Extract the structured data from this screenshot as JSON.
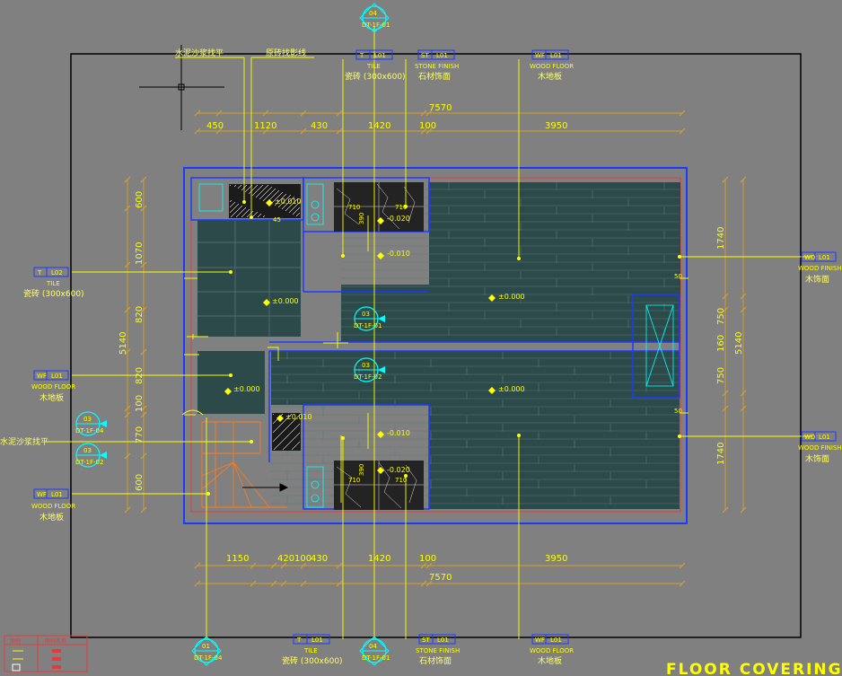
{
  "title": "FLOOR COVERING",
  "colors": {
    "background": "#808080",
    "annotation": "#ffff00",
    "wall_blue": "#1a3aff",
    "wall_red": "#e63a3a",
    "floor_dark": "#2d4a4a",
    "dimension": "#d9a020",
    "cyan": "#00ffff",
    "orange": "#ff7a1a"
  },
  "dimensions": {
    "top": [
      "450",
      "1120",
      "430",
      "1420",
      "100",
      "3950"
    ],
    "top_total": "7570",
    "bottom": [
      "1150",
      "420",
      "100",
      "430",
      "1420",
      "100",
      "3950"
    ],
    "bottom_total": "7570",
    "left": [
      "600",
      "1070",
      "820",
      "820",
      "100",
      "770",
      "600"
    ],
    "left_total": "5140",
    "right": [
      "1740",
      "750",
      "160",
      "750",
      "1740"
    ],
    "right_total": "5140"
  },
  "callouts": {
    "cement_top": "水泥沙浆找平",
    "tile_shadow": "原砖找影线",
    "cement_left": "水泥沙浆找平",
    "tile": {
      "code": "T",
      "ref": "L01",
      "en": "TILE",
      "cn": "瓷砖 (300x600)"
    },
    "tile_left": {
      "code": "T",
      "ref": "L02",
      "en": "TILE",
      "cn": "瓷砖 (300x600)"
    },
    "stone": {
      "code": "ST",
      "ref": "L01",
      "en": "STONE FINISH",
      "cn": "石材饰面"
    },
    "wood_floor": {
      "code": "WF",
      "ref": "L01",
      "en": "WOOD FLOOR",
      "cn": "木地板"
    },
    "wood_floor_left": {
      "code": "WF",
      "ref": "L01",
      "en": "WOOD FLOOR",
      "cn": "木地板"
    },
    "wood_finish": {
      "code": "WD",
      "ref": "L01",
      "en": "WOOD FINISH",
      "cn": "木饰面"
    }
  },
  "levels": {
    "l_pos10": "±0.010",
    "l_neg20": "-0.020",
    "l_neg10": "-0.010",
    "l_zero": "±0.000"
  },
  "room_labels": {
    "n710": "710",
    "n390": "390",
    "n50": "50",
    "n45": "45"
  },
  "section_markers": {
    "top": {
      "num": "04",
      "ref": "DT-1F-01"
    },
    "bottom_left": {
      "num": "01",
      "ref": "DT-1F-04"
    },
    "bottom": {
      "num": "04",
      "ref": "DT-1F-01"
    },
    "left_03": {
      "num": "03",
      "ref": "DT-1F-04"
    },
    "left_02": {
      "num": "03",
      "ref": "DT-1F-02"
    },
    "mid_1": {
      "num": "03",
      "ref": "DT-1F-01"
    },
    "mid_2": {
      "num": "03",
      "ref": "DT-1F-02"
    }
  },
  "legend": {
    "header_left": "图例",
    "header_right": "图例名称"
  }
}
